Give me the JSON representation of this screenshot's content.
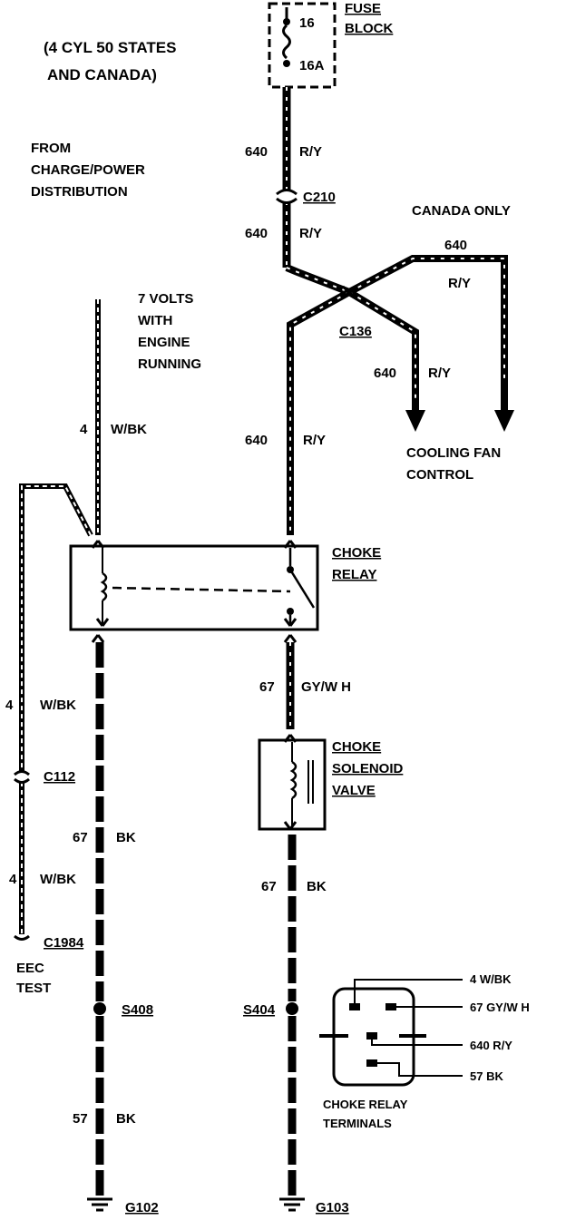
{
  "fuse": {
    "title_line1": "FUSE",
    "title_line2": "BLOCK",
    "pin_top": "16",
    "pin_bottom": "16A"
  },
  "scope_note": {
    "line1": "(4 CYL 50 STATES",
    "line2": "AND CANADA)"
  },
  "source_note": {
    "line1": "FROM",
    "line2": "CHARGE/POWER",
    "line3": "DISTRIBUTION"
  },
  "voltage_note": {
    "line1": "7 VOLTS",
    "line2": "WITH",
    "line3": "ENGINE",
    "line4": "RUNNING"
  },
  "canada_only": "CANADA ONLY",
  "wires": {
    "w640_a": {
      "num": "640",
      "color": "R/Y"
    },
    "w640_b": {
      "num": "640",
      "color": "R/Y"
    },
    "w640_canada": {
      "num": "640",
      "color": "R/Y"
    },
    "w640_fan": {
      "num": "640",
      "color": "R/Y"
    },
    "w640_relay": {
      "num": "640",
      "color": "R/Y"
    },
    "w4_top": {
      "num": "4",
      "color": "W/BK"
    },
    "w4_left_upper": {
      "num": "4",
      "color": "W/BK"
    },
    "w4_left_lower": {
      "num": "4",
      "color": "W/BK"
    },
    "w67_left": {
      "num": "67",
      "color": "BK"
    },
    "w67_mid": {
      "num": "67",
      "color": "GY/W H"
    },
    "w67_right": {
      "num": "67",
      "color": "BK"
    },
    "w57_left": {
      "num": "57",
      "color": "BK"
    }
  },
  "connectors": {
    "c210": "C210",
    "c136": "C136",
    "c112": "C112",
    "c1984": "C1984",
    "s408": "S408",
    "s404": "S404",
    "g102": "G102",
    "g103": "G103"
  },
  "cooling_fan": {
    "line1": "COOLING FAN",
    "line2": "CONTROL"
  },
  "choke_relay": {
    "line1": "CHOKE",
    "line2": "RELAY"
  },
  "choke_solenoid": {
    "line1": "CHOKE",
    "line2": "SOLENOID",
    "line3": "VALVE"
  },
  "eec_test": {
    "line1": "EEC",
    "line2": "TEST"
  },
  "terminals": {
    "labels": [
      "4 W/BK",
      "67 GY/W H",
      "640 R/Y",
      "57 BK"
    ],
    "caption_line1": "CHOKE RELAY",
    "caption_line2": "TERMINALS"
  }
}
